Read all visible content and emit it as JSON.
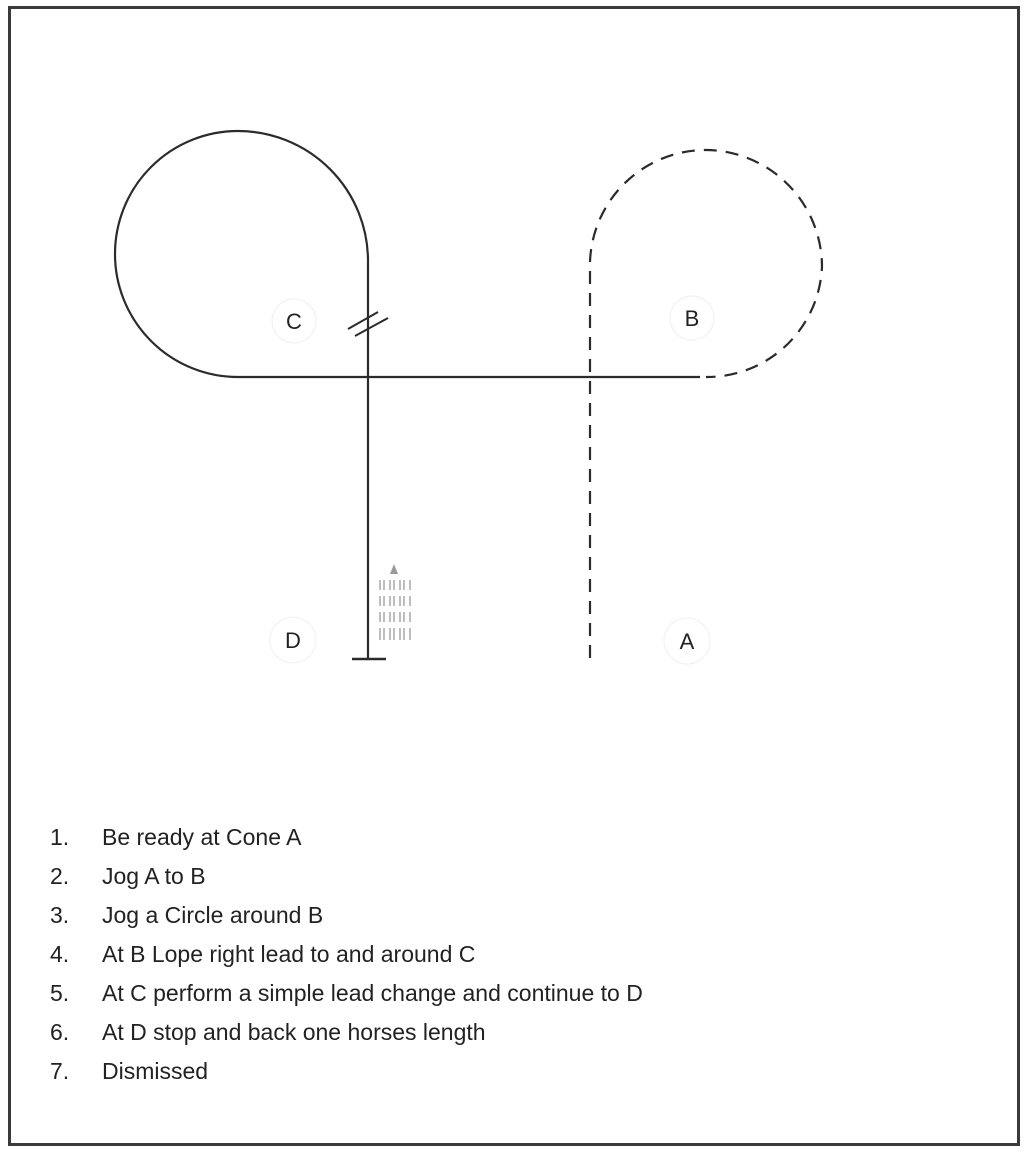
{
  "diagram": {
    "cones": {
      "a": "A",
      "b": "B",
      "c": "C",
      "d": "D"
    }
  },
  "instructions": [
    {
      "num": "1.",
      "text": "Be ready at Cone A"
    },
    {
      "num": "2.",
      "text": "Jog A to B"
    },
    {
      "num": "3.",
      "text": "Jog a Circle around B"
    },
    {
      "num": "4.",
      "text": "At B Lope right lead to and around C"
    },
    {
      "num": "5.",
      "text": "At C perform a simple lead change and continue to D"
    },
    {
      "num": "6.",
      "text": "At D stop and back one horses length"
    },
    {
      "num": "7.",
      "text": "Dismissed"
    }
  ],
  "colors": {
    "line": "#2b2b2b",
    "frame": "#3a3a3a",
    "tracks": "#9a9a9a"
  }
}
